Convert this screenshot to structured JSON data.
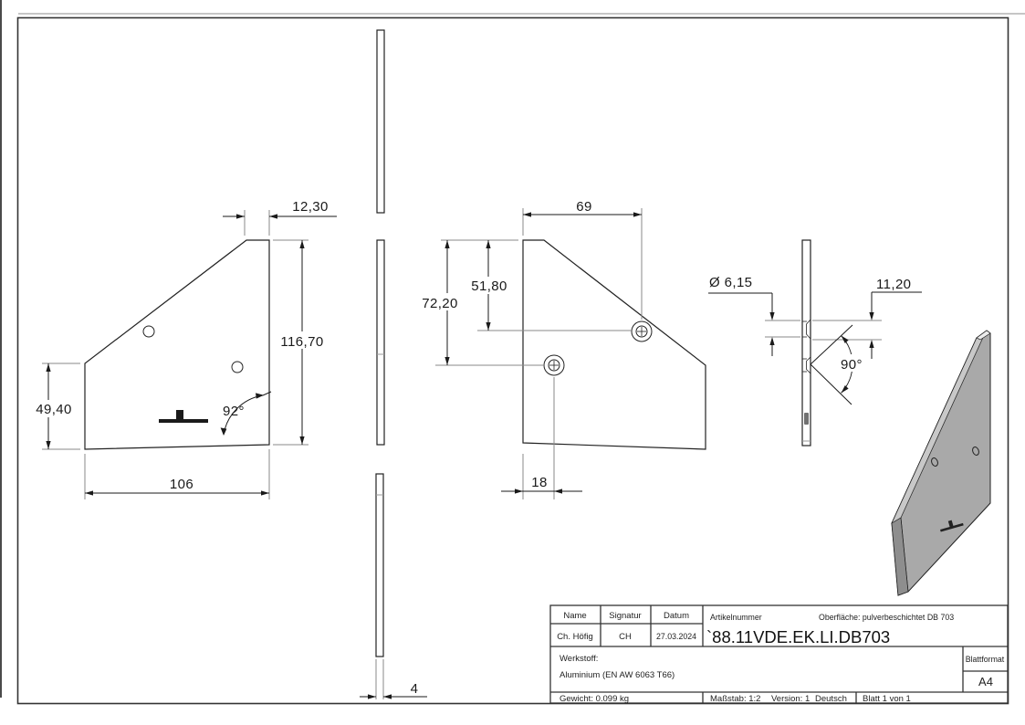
{
  "views": {
    "front": {
      "dims": {
        "top_width": "12,30",
        "height": "116,70",
        "left_height": "49,40",
        "bottom_width": "106",
        "corner_angle": "92°"
      }
    },
    "back": {
      "dims": {
        "hole_offset_top": "69",
        "hole1_from_top": "51,80",
        "hole2_from_top": "72,20",
        "hole_offset_left": "18"
      }
    },
    "side": {
      "dims": {
        "bore_diameter": "Ø 6,15",
        "countersink_width": "11,20",
        "countersink_angle": "90°"
      }
    },
    "thickness": {
      "value": "4"
    }
  },
  "title_block": {
    "headers": {
      "name": "Name",
      "signatur": "Signatur",
      "datum": "Datum"
    },
    "values": {
      "name": "Ch. Höfig",
      "signatur": "CH",
      "datum": "27.03.2024"
    },
    "artikelnummer_label": "Artikelnummer",
    "artikelnummer": "`88.11VDE.EK.LI.DB703",
    "oberflaeche": "Oberfläche:  pulverbeschichtet DB 703",
    "werkstoff_label": "Werkstoff:",
    "werkstoff": "Aluminium (EN AW 6063 T66)",
    "gewicht": "Gewicht: 0.099 kg",
    "massstab": "Maßstab: 1:2",
    "version": "Version: 1",
    "sprache": "Deutsch",
    "blatt": "Blatt 1 von 1",
    "blattformat_label": "Blattformat",
    "blattformat": "A4"
  }
}
